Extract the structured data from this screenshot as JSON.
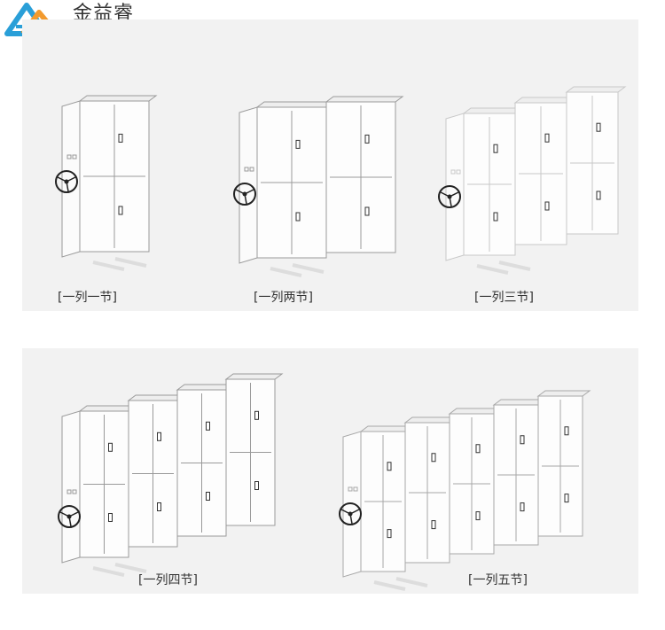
{
  "brand": {
    "name": "金益睿",
    "logo_icon": "triangle-logo-icon",
    "colors": {
      "blue": "#2a9fd8",
      "orange": "#f29a2e"
    }
  },
  "gallery": {
    "items": [
      {
        "caption": "[一列一节]",
        "sections": 1
      },
      {
        "caption": "[一列两节]",
        "sections": 2
      },
      {
        "caption": "[一列三节]",
        "sections": 3
      },
      {
        "caption": "[一列四节]",
        "sections": 4
      },
      {
        "caption": "[一列五节]",
        "sections": 5
      }
    ]
  }
}
